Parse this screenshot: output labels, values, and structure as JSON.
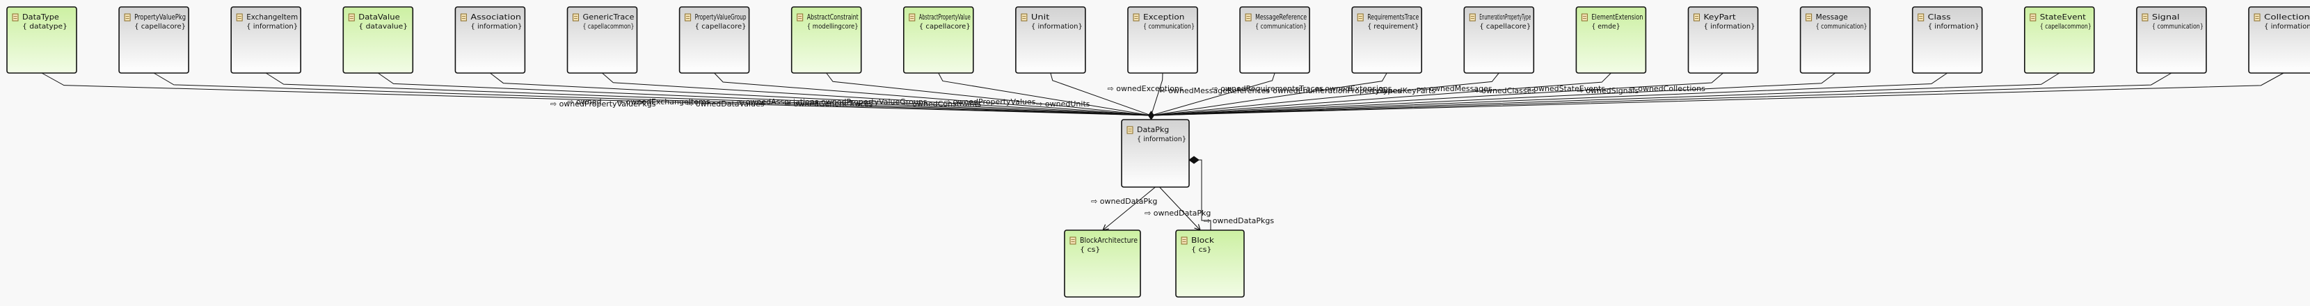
{
  "colors": {
    "green_top": "#ccf0a2",
    "green_bottom": "#f2fce6",
    "grey_top": "#d2d2d2",
    "grey_bottom": "#ffffff",
    "border": "#111111"
  },
  "boxes": [
    {
      "id": "datatype",
      "title": "DataType",
      "subtitle": "{ datatype}",
      "green": true
    },
    {
      "id": "propertyvaluepkg",
      "title": "PropertyValuePkg",
      "subtitle": "{ capellacore}",
      "green": false
    },
    {
      "id": "exchangeitem",
      "title": "ExchangeItem",
      "subtitle": "{ information}",
      "green": false
    },
    {
      "id": "datavalue",
      "title": "DataValue",
      "subtitle": "{ datavalue}",
      "green": true
    },
    {
      "id": "association",
      "title": "Association",
      "subtitle": "{ information}",
      "green": false
    },
    {
      "id": "generictrace",
      "title": "GenericTrace",
      "subtitle": "{ capellacommon}",
      "green": false
    },
    {
      "id": "propertyvaluegroup",
      "title": "PropertyValueGroup",
      "subtitle": "{ capellacore}",
      "green": false
    },
    {
      "id": "abstractconstraint",
      "title": "AbstractConstraint",
      "subtitle": "{ modellingcore}",
      "green": true
    },
    {
      "id": "abstractpropertyvalue",
      "title": "AbstractPropertyValue",
      "subtitle": "{ capellacore}",
      "green": true
    },
    {
      "id": "unit",
      "title": "Unit",
      "subtitle": "{ information}",
      "green": false
    },
    {
      "id": "exception",
      "title": "Exception",
      "subtitle": "{ communication}",
      "green": false
    },
    {
      "id": "messagereference",
      "title": "MessageReference",
      "subtitle": "{ communication}",
      "green": false
    },
    {
      "id": "requirementstrace",
      "title": "RequirementsTrace",
      "subtitle": "{ requirement}",
      "green": false
    },
    {
      "id": "enumerationpropertytype",
      "title": "EnumerationPropertyType",
      "subtitle": "{ capellacore}",
      "green": false
    },
    {
      "id": "elementextension",
      "title": "ElementExtension",
      "subtitle": "{ emde}",
      "green": true
    },
    {
      "id": "keypart",
      "title": "KeyPart",
      "subtitle": "{ information}",
      "green": false
    },
    {
      "id": "message",
      "title": "Message",
      "subtitle": "{ communication}",
      "green": false
    },
    {
      "id": "class",
      "title": "Class",
      "subtitle": "{ information}",
      "green": false
    },
    {
      "id": "stateevent",
      "title": "StateEvent",
      "subtitle": "{ capellacommon}",
      "green": true
    },
    {
      "id": "signal",
      "title": "Signal",
      "subtitle": "{ communication}",
      "green": false
    },
    {
      "id": "collection",
      "title": "Collection",
      "subtitle": "{ information}",
      "green": false
    },
    {
      "id": "datapkg",
      "title": "DataPkg",
      "subtitle": "{ information}",
      "green": false
    },
    {
      "id": "blockarchitecture",
      "title": "BlockArchitecture",
      "subtitle": "{ cs}",
      "green": true
    },
    {
      "id": "block",
      "title": "Block",
      "subtitle": "{ cs}",
      "green": true
    }
  ],
  "edges": [
    {
      "from": "datatype",
      "label": "owned"
    },
    {
      "from": "propertyvaluepkg",
      "label": "ownedPropertyValuePkgs"
    },
    {
      "from": "exchangeitem",
      "label": "ownedExchangeItems"
    },
    {
      "from": "datavalue",
      "label": "ownedDataValues"
    },
    {
      "from": "association",
      "label": "ownedAssociations"
    },
    {
      "from": "generictrace",
      "label": "ownedGenericTraces"
    },
    {
      "from": "propertyvaluegroup",
      "label": "ownedPropertyValueGroups"
    },
    {
      "from": "abstractconstraint",
      "label": "ownedConstraints"
    },
    {
      "from": "abstractpropertyvalue",
      "label": "ownedPropertyValues"
    },
    {
      "from": "unit",
      "label": "ownedUnits"
    },
    {
      "from": "exception",
      "label": "ownedExceptions"
    },
    {
      "from": "messagereference",
      "label": "ownedMessageReferences"
    },
    {
      "from": "requirementstrace",
      "label": "ownedRequirementsTraces"
    },
    {
      "from": "enumerationpropertytype",
      "label": "ownedEnumerationPropertyTypes"
    },
    {
      "from": "elementextension",
      "label": "ownedExtensions"
    },
    {
      "from": "keypart",
      "label": "ownedKeyParts"
    },
    {
      "from": "message",
      "label": "ownedMessages"
    },
    {
      "from": "class",
      "label": "ownedClasses"
    },
    {
      "from": "stateevent",
      "label": "ownedStateEvents"
    },
    {
      "from": "signal",
      "label": "ownedSignals"
    },
    {
      "from": "collection",
      "label": "ownedCollections"
    },
    {
      "from": "datapkg",
      "to": "blockarchitecture",
      "label": "ownedDataPkg"
    },
    {
      "from": "datapkg",
      "to": "block",
      "label": "ownedDataPkg"
    },
    {
      "from": "datapkg",
      "to": "datapkg",
      "label": "ownedDataPkgs"
    }
  ]
}
